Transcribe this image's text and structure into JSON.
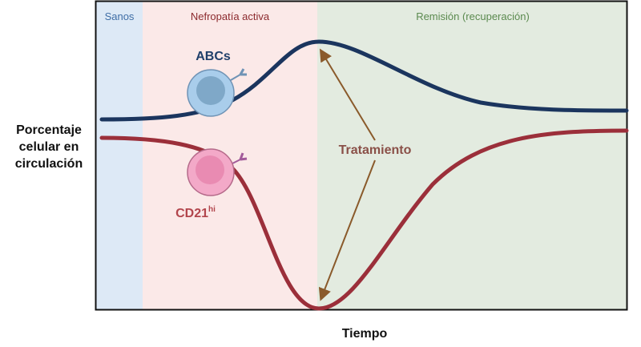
{
  "axes": {
    "ylabel_lines": [
      "Porcentaje",
      "celular en",
      "circulación"
    ],
    "xlabel": "Tiempo"
  },
  "phases": [
    {
      "name": "Sanos",
      "color": "#dde9f6",
      "text_color": "#3f6ea6"
    },
    {
      "name": "Nefropatía activa",
      "color": "#fbe9e8",
      "text_color": "#8c2a2e"
    },
    {
      "name": "Remisión (recuperación)",
      "color": "#e3ebe0",
      "text_color": "#5b8a4f"
    }
  ],
  "cells": {
    "abc": {
      "label": "ABCs",
      "color": "#1f3f6a",
      "fill": "#a9cdeb",
      "nucleus": "#7fa8c8"
    },
    "cd21": {
      "label": "CD21",
      "superscript": "hi",
      "color": "#b2454c",
      "fill": "#f3a9c8",
      "nucleus": "#e98bb2"
    }
  },
  "annotation": {
    "label": "Tratamiento",
    "color": "#8a5a2b",
    "text_color": "#8a5048"
  },
  "series": [
    {
      "name": "ABCs",
      "color": "#1b355e",
      "trend": "low baseline, rises to peak at treatment, decays to plateau above baseline"
    },
    {
      "name": "CD21hi",
      "color": "#9b2f3a",
      "trend": "high baseline, falls to minimum at treatment, recovers to near baseline"
    }
  ]
}
